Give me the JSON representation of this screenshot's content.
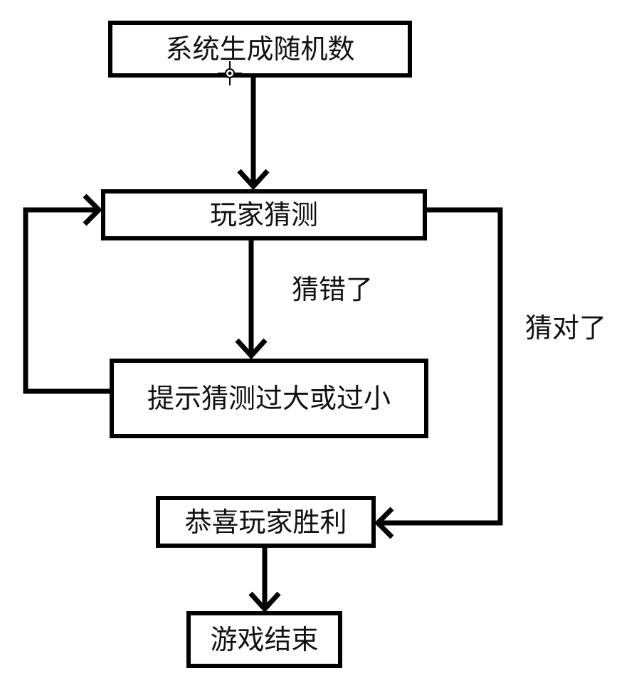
{
  "nodes": {
    "start": "系统生成随机数",
    "guess": "玩家猜测",
    "hint": "提示猜测过大或过小",
    "win": "恭喜玩家胜利",
    "end": "游戏结束"
  },
  "edges": {
    "wrong": "猜错了",
    "right": "猜对了"
  },
  "colors": {
    "stroke": "#000000",
    "background": "#ffffff",
    "text": "#111111"
  },
  "icons": {
    "cursor": "crosshair-cursor-icon"
  }
}
